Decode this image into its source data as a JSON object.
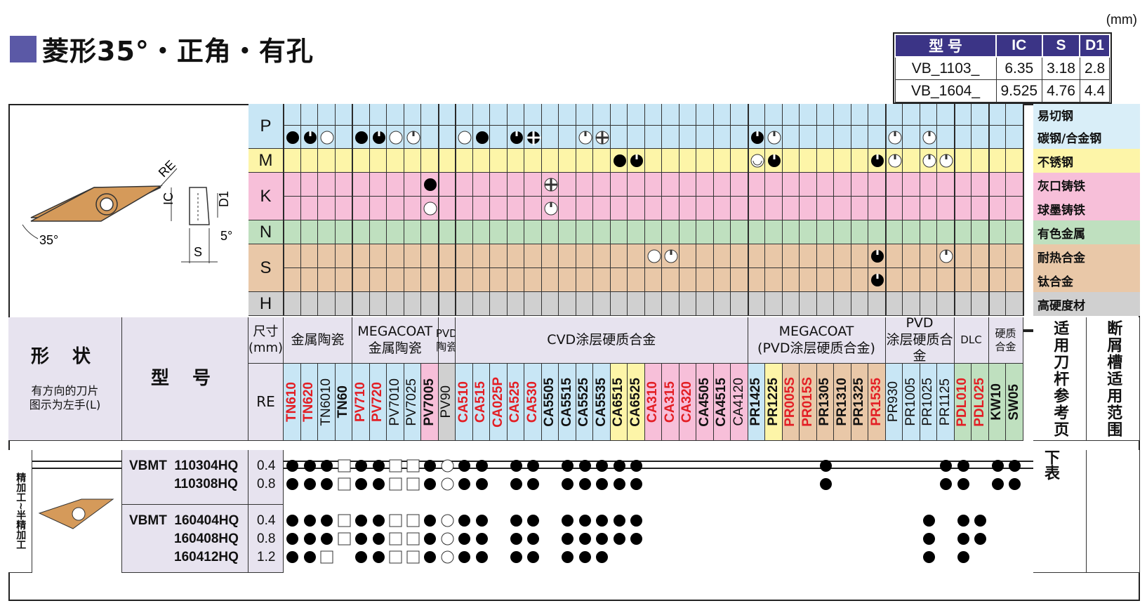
{
  "title": "菱形35°・正角・有孔",
  "unit_label": "(mm)",
  "dimension_table": {
    "headers": [
      "型 号",
      "IC",
      "S",
      "D1"
    ],
    "rows": [
      [
        "VB_1103_",
        "6.35",
        "3.18",
        "2.8"
      ],
      [
        "VB_1604_",
        "9.525",
        "4.76",
        "4.4"
      ]
    ]
  },
  "diagram_labels": {
    "re": "RE",
    "ic": "IC",
    "d1": "D1",
    "s": "S",
    "angle35": "35°",
    "angle5": "5°"
  },
  "iso_classes": [
    "P",
    "M",
    "K",
    "N",
    "S",
    "H"
  ],
  "materials": [
    "易切钢",
    "碳钢/合金钢",
    "不锈钢",
    "灰口铸铁",
    "球墨铸铁",
    "有色金属",
    "耐热合金",
    "钛合金",
    "高硬度材"
  ],
  "colors": {
    "P": "#c8e6f5",
    "M": "#fdf5a8",
    "K": "#f7bfd9",
    "N": "#bfe0bf",
    "S": "#e9c8a8",
    "H": "#d0d0d0",
    "header": "#e7e3ef",
    "accent": "#3b3486",
    "insert": "#d59a5a",
    "red": "#e31e24"
  },
  "header_labels": {
    "shape": "形 状",
    "shape_note": "有方向的刀片\n图示为左手(L)",
    "model": "型 号",
    "size": "尺寸\n(mm)",
    "re": "RE",
    "tool_ref": "适用刀杆参考页",
    "chip_range": "断屑槽适用范围"
  },
  "groups": [
    {
      "label": "金属陶瓷",
      "span": 4
    },
    {
      "label": "MEGACOAT\n金属陶瓷",
      "span": 5
    },
    {
      "label": "PVD\n陶瓷",
      "span": 1
    },
    {
      "label": "CVD涂层硬质合金",
      "span": 17
    },
    {
      "label": "MEGACOAT\n(PVD涂层硬质合金)",
      "span": 8
    },
    {
      "label": "PVD\n涂层硬质合金",
      "span": 4
    },
    {
      "label": "DLC",
      "span": 2
    },
    {
      "label": "硬质\n合金",
      "span": 2
    }
  ],
  "grades": [
    {
      "name": "TN610",
      "red": true
    },
    {
      "name": "TN620",
      "red": true
    },
    {
      "name": "TN6010",
      "red": false
    },
    {
      "name": "TN60",
      "red": false,
      "bold": true
    },
    {
      "name": "PV710",
      "red": true
    },
    {
      "name": "PV720",
      "red": true
    },
    {
      "name": "PV7010",
      "red": false
    },
    {
      "name": "PV7025",
      "red": false
    },
    {
      "name": "PV7005",
      "red": false,
      "bold": true
    },
    {
      "name": "PV90",
      "red": false
    },
    {
      "name": "CA510",
      "red": true
    },
    {
      "name": "CA515",
      "red": true
    },
    {
      "name": "CA025P",
      "red": true
    },
    {
      "name": "CA525",
      "red": true
    },
    {
      "name": "CA530",
      "red": true
    },
    {
      "name": "CA5505",
      "red": false,
      "bold": true
    },
    {
      "name": "CA5515",
      "red": false,
      "bold": true
    },
    {
      "name": "CA5525",
      "red": false,
      "bold": true
    },
    {
      "name": "CA5535",
      "red": false,
      "bold": true
    },
    {
      "name": "CA6515",
      "red": false,
      "bold": true
    },
    {
      "name": "CA6525",
      "red": false,
      "bold": true
    },
    {
      "name": "CA310",
      "red": true
    },
    {
      "name": "CA315",
      "red": true
    },
    {
      "name": "CA320",
      "red": true
    },
    {
      "name": "CA4505",
      "red": false,
      "bold": true
    },
    {
      "name": "CA4515",
      "red": false,
      "bold": true
    },
    {
      "name": "CA4120",
      "red": false
    },
    {
      "name": "PR1425",
      "red": false,
      "bold": true
    },
    {
      "name": "PR1225",
      "red": false,
      "bold": true
    },
    {
      "name": "PR005S",
      "red": true
    },
    {
      "name": "PR015S",
      "red": true
    },
    {
      "name": "PR1305",
      "red": false,
      "bold": true
    },
    {
      "name": "PR1310",
      "red": false,
      "bold": true
    },
    {
      "name": "PR1325",
      "red": false,
      "bold": true
    },
    {
      "name": "PR1535",
      "red": true
    },
    {
      "name": "PR930",
      "red": false
    },
    {
      "name": "PR1005",
      "red": false
    },
    {
      "name": "PR1025",
      "red": false
    },
    {
      "name": "PR1125",
      "red": false
    },
    {
      "name": "PDL010",
      "red": true
    },
    {
      "name": "PDL025",
      "red": true
    },
    {
      "name": "KW10",
      "red": false,
      "bold": true
    },
    {
      "name": "SW05",
      "red": false,
      "bold": true
    }
  ],
  "grade_colors": [
    "P",
    "P",
    "P",
    "P",
    "P",
    "P",
    "P",
    "P",
    "K",
    "H",
    "P",
    "P",
    "P",
    "P",
    "P",
    "P",
    "P",
    "P",
    "P",
    "M",
    "M",
    "K",
    "K",
    "K",
    "K",
    "K",
    "K",
    "P",
    "M",
    "S",
    "S",
    "S",
    "S",
    "S",
    "S",
    "P",
    "P",
    "P",
    "P",
    "N",
    "N",
    "N",
    "N"
  ],
  "app_marks": {
    "P2": [
      [
        0,
        "f"
      ],
      [
        1,
        "h"
      ],
      [
        2,
        "o"
      ],
      [
        4,
        "f"
      ],
      [
        5,
        "h"
      ],
      [
        6,
        "o"
      ],
      [
        7,
        "c"
      ],
      [
        10,
        "o"
      ],
      [
        11,
        "f"
      ],
      [
        13,
        "h"
      ],
      [
        14,
        "x"
      ],
      [
        17,
        "c"
      ],
      [
        18,
        "d"
      ],
      [
        27,
        "h"
      ],
      [
        28,
        "c"
      ],
      [
        35,
        "c"
      ],
      [
        37,
        "c"
      ]
    ],
    "M": [
      [
        19,
        "f"
      ],
      [
        20,
        "h"
      ],
      [
        27,
        "g"
      ],
      [
        28,
        "h"
      ],
      [
        34,
        "h"
      ],
      [
        35,
        "c"
      ],
      [
        37,
        "c"
      ],
      [
        38,
        "c"
      ]
    ],
    "K1": [
      [
        8,
        "f"
      ],
      [
        15,
        "d"
      ]
    ],
    "K2": [
      [
        8,
        "o"
      ],
      [
        15,
        "c"
      ]
    ],
    "S1": [
      [
        21,
        "o"
      ],
      [
        22,
        "c"
      ],
      [
        34,
        "h"
      ],
      [
        38,
        "c"
      ]
    ],
    "S2": [
      [
        34,
        "h"
      ]
    ]
  },
  "product_section": {
    "category": "精加工~半精加工",
    "tool_ref_note": "下表",
    "series": [
      {
        "prefix": "VBMT",
        "rows": [
          {
            "model": "110304HQ",
            "re": "0.4",
            "marks": "fffsffssfoff_ff_fffff__________f______ff_ff"
          },
          {
            "model": "110308HQ",
            "re": "0.8",
            "marks": "fffsffssfoff_ff_fffff__________f______ff_ff"
          }
        ]
      },
      {
        "prefix": "VBMT",
        "rows": [
          {
            "model": "160404HQ",
            "re": "0.4",
            "marks": "fffsffssfoff_ff_fffff________________f_ff"
          },
          {
            "model": "160408HQ",
            "re": "0.8",
            "marks": "fffsffssfoff_ff_fffff________________f_ff"
          },
          {
            "model": "160412HQ",
            "re": "1.2",
            "marks": "ffs_ffssfoff_ff_fff__________________f_f_"
          }
        ]
      }
    ]
  }
}
